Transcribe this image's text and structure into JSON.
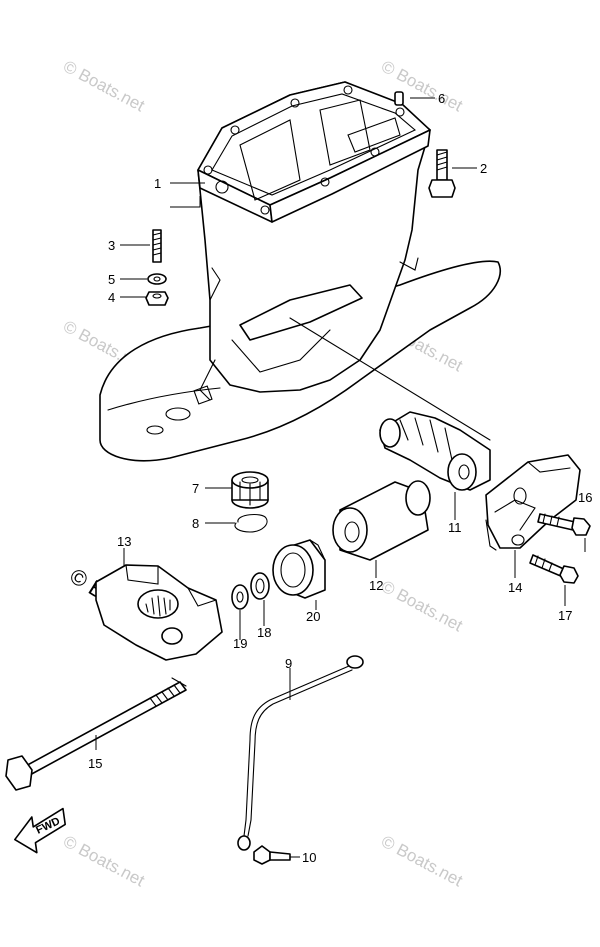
{
  "diagram": {
    "watermark_text": "© Boats.net",
    "direction_label": "FWD",
    "callouts": [
      "1",
      "2",
      "3",
      "4",
      "5",
      "6",
      "7",
      "8",
      "9",
      "10",
      "11",
      "12",
      "13",
      "14",
      "15",
      "16",
      "17",
      "18",
      "19",
      "20"
    ]
  }
}
